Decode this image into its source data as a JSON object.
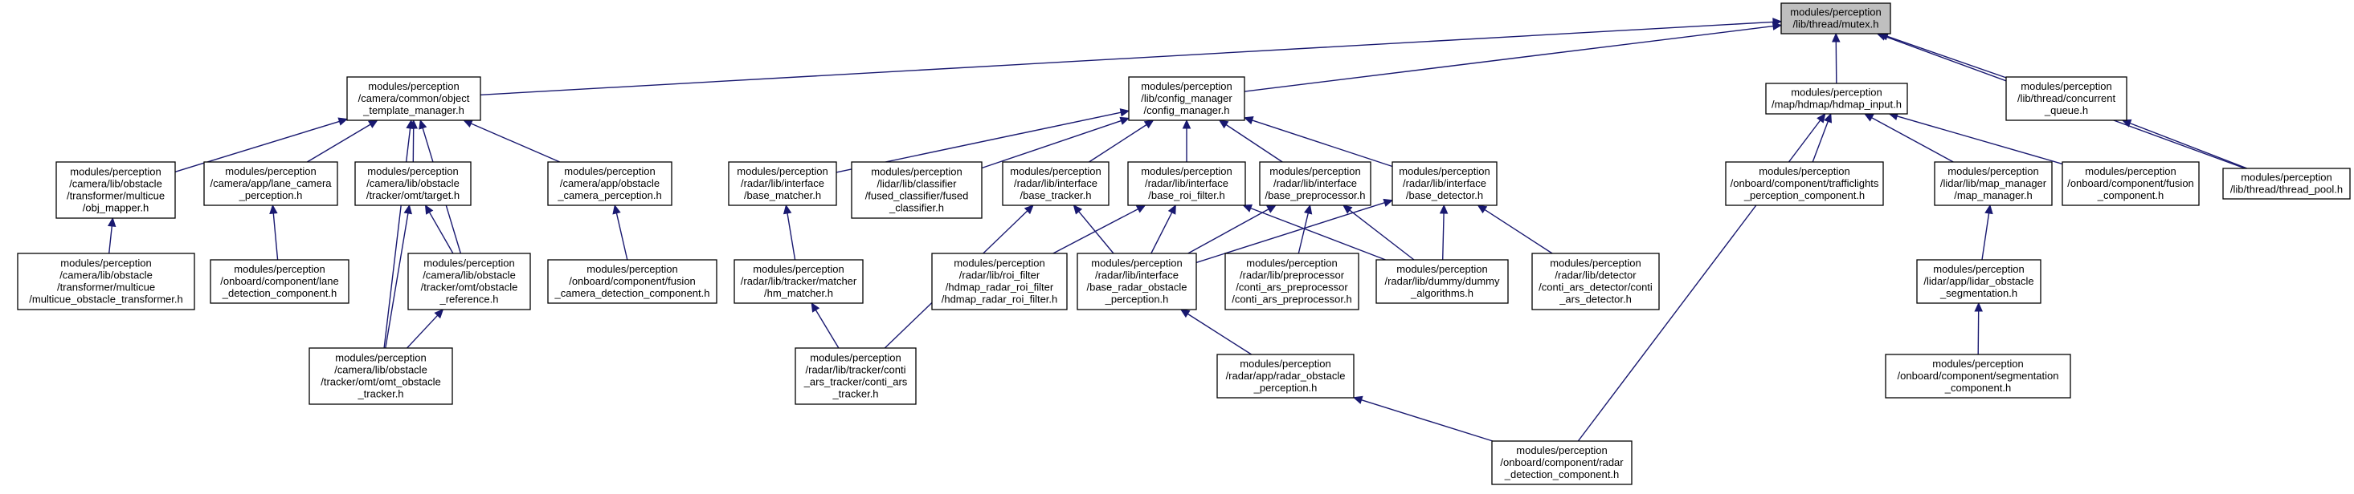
{
  "diagram": {
    "type": "include-dependency-graph",
    "colors": {
      "edge": "#191970",
      "node_fill": "#ffffff",
      "root_fill": "#bfbfbf",
      "node_border": "#000000"
    },
    "nodes": [
      {
        "id": "mutex",
        "lines": [
          "modules/perception",
          "/lib/thread/mutex.h"
        ],
        "root": true
      },
      {
        "id": "object_template_manager",
        "lines": [
          "modules/perception",
          "/camera/common/object",
          "_template_manager.h"
        ]
      },
      {
        "id": "config_manager",
        "lines": [
          "modules/perception",
          "/lib/config_manager",
          "/config_manager.h"
        ]
      },
      {
        "id": "hdmap_input",
        "lines": [
          "modules/perception",
          "/map/hdmap/hdmap_input.h"
        ]
      },
      {
        "id": "concurrent_queue",
        "lines": [
          "modules/perception",
          "/lib/thread/concurrent",
          "_queue.h"
        ]
      },
      {
        "id": "thread_pool",
        "lines": [
          "modules/perception",
          "/lib/thread/thread_pool.h"
        ]
      },
      {
        "id": "obj_mapper",
        "lines": [
          "modules/perception",
          "/camera/lib/obstacle",
          "/transformer/multicue",
          "/obj_mapper.h"
        ]
      },
      {
        "id": "lane_camera_perception",
        "lines": [
          "modules/perception",
          "/camera/app/lane_camera",
          "_perception.h"
        ]
      },
      {
        "id": "omt_target",
        "lines": [
          "modules/perception",
          "/camera/lib/obstacle",
          "/tracker/omt/target.h"
        ]
      },
      {
        "id": "obstacle_camera_perception",
        "lines": [
          "modules/perception",
          "/camera/app/obstacle",
          "_camera_perception.h"
        ]
      },
      {
        "id": "multicue_obstacle_transformer",
        "lines": [
          "modules/perception",
          "/camera/lib/obstacle",
          "/transformer/multicue",
          "/multicue_obstacle_transformer.h"
        ]
      },
      {
        "id": "lane_detection_component",
        "lines": [
          "modules/perception",
          "/onboard/component/lane",
          "_detection_component.h"
        ]
      },
      {
        "id": "omt_obstacle_reference",
        "lines": [
          "modules/perception",
          "/camera/lib/obstacle",
          "/tracker/omt/obstacle",
          "_reference.h"
        ]
      },
      {
        "id": "fusion_camera_detection_component",
        "lines": [
          "modules/perception",
          "/onboard/component/fusion",
          "_camera_detection_component.h"
        ]
      },
      {
        "id": "omt_obstacle_tracker",
        "lines": [
          "modules/perception",
          "/camera/lib/obstacle",
          "/tracker/omt/omt_obstacle",
          "_tracker.h"
        ]
      },
      {
        "id": "base_matcher",
        "lines": [
          "modules/perception",
          "/radar/lib/interface",
          "/base_matcher.h"
        ]
      },
      {
        "id": "fused_classifier",
        "lines": [
          "modules/perception",
          "/lidar/lib/classifier",
          "/fused_classifier/fused",
          "_classifier.h"
        ]
      },
      {
        "id": "base_tracker",
        "lines": [
          "modules/perception",
          "/radar/lib/interface",
          "/base_tracker.h"
        ]
      },
      {
        "id": "base_roi_filter",
        "lines": [
          "modules/perception",
          "/radar/lib/interface",
          "/base_roi_filter.h"
        ]
      },
      {
        "id": "base_preprocessor",
        "lines": [
          "modules/perception",
          "/radar/lib/interface",
          "/base_preprocessor.h"
        ]
      },
      {
        "id": "base_detector",
        "lines": [
          "modules/perception",
          "/radar/lib/interface",
          "/base_detector.h"
        ]
      },
      {
        "id": "hm_matcher",
        "lines": [
          "modules/perception",
          "/radar/lib/tracker/matcher",
          "/hm_matcher.h"
        ]
      },
      {
        "id": "hdmap_radar_roi_filter",
        "lines": [
          "modules/perception",
          "/radar/lib/roi_filter",
          "/hdmap_radar_roi_filter",
          "/hdmap_radar_roi_filter.h"
        ]
      },
      {
        "id": "base_radar_obstacle_perception",
        "lines": [
          "modules/perception",
          "/radar/lib/interface",
          "/base_radar_obstacle",
          "_perception.h"
        ]
      },
      {
        "id": "conti_ars_preprocessor",
        "lines": [
          "modules/perception",
          "/radar/lib/preprocessor",
          "/conti_ars_preprocessor",
          "/conti_ars_preprocessor.h"
        ]
      },
      {
        "id": "dummy_algorithms",
        "lines": [
          "modules/perception",
          "/radar/lib/dummy/dummy",
          "_algorithms.h"
        ]
      },
      {
        "id": "conti_ars_detector",
        "lines": [
          "modules/perception",
          "/radar/lib/detector",
          "/conti_ars_detector/conti",
          "_ars_detector.h"
        ]
      },
      {
        "id": "conti_ars_tracker",
        "lines": [
          "modules/perception",
          "/radar/lib/tracker/conti",
          "_ars_tracker/conti_ars",
          "_tracker.h"
        ]
      },
      {
        "id": "radar_obstacle_perception",
        "lines": [
          "modules/perception",
          "/radar/app/radar_obstacle",
          "_perception.h"
        ]
      },
      {
        "id": "radar_detection_component",
        "lines": [
          "modules/perception",
          "/onboard/component/radar",
          "_detection_component.h"
        ]
      },
      {
        "id": "trafficlights_perception_component",
        "lines": [
          "modules/perception",
          "/onboard/component/trafficlights",
          "_perception_component.h"
        ]
      },
      {
        "id": "map_manager",
        "lines": [
          "modules/perception",
          "/lidar/lib/map_manager",
          "/map_manager.h"
        ]
      },
      {
        "id": "fusion_component",
        "lines": [
          "modules/perception",
          "/onboard/component/fusion",
          "_component.h"
        ]
      },
      {
        "id": "lidar_obstacle_segmentation",
        "lines": [
          "modules/perception",
          "/lidar/app/lidar_obstacle",
          "_segmentation.h"
        ]
      },
      {
        "id": "segmentation_component",
        "lines": [
          "modules/perception",
          "/onboard/component/segmentation",
          "_component.h"
        ]
      }
    ],
    "edges": [
      [
        "object_template_manager",
        "mutex"
      ],
      [
        "config_manager",
        "mutex"
      ],
      [
        "hdmap_input",
        "mutex"
      ],
      [
        "concurrent_queue",
        "mutex"
      ],
      [
        "thread_pool",
        "mutex"
      ],
      [
        "obj_mapper",
        "object_template_manager"
      ],
      [
        "lane_camera_perception",
        "object_template_manager"
      ],
      [
        "omt_target",
        "object_template_manager"
      ],
      [
        "omt_obstacle_reference",
        "object_template_manager"
      ],
      [
        "obstacle_camera_perception",
        "object_template_manager"
      ],
      [
        "omt_obstacle_tracker",
        "object_template_manager"
      ],
      [
        "multicue_obstacle_transformer",
        "obj_mapper"
      ],
      [
        "lane_detection_component",
        "lane_camera_perception"
      ],
      [
        "omt_obstacle_reference",
        "omt_target"
      ],
      [
        "omt_obstacle_tracker",
        "omt_target"
      ],
      [
        "omt_obstacle_tracker",
        "omt_obstacle_reference"
      ],
      [
        "fusion_camera_detection_component",
        "obstacle_camera_perception"
      ],
      [
        "base_matcher",
        "config_manager"
      ],
      [
        "fused_classifier",
        "config_manager"
      ],
      [
        "base_tracker",
        "config_manager"
      ],
      [
        "base_roi_filter",
        "config_manager"
      ],
      [
        "base_preprocessor",
        "config_manager"
      ],
      [
        "base_detector",
        "config_manager"
      ],
      [
        "hm_matcher",
        "base_matcher"
      ],
      [
        "conti_ars_tracker",
        "hm_matcher"
      ],
      [
        "conti_ars_tracker",
        "base_tracker"
      ],
      [
        "base_radar_obstacle_perception",
        "base_tracker"
      ],
      [
        "hdmap_radar_roi_filter",
        "base_roi_filter"
      ],
      [
        "base_radar_obstacle_perception",
        "base_roi_filter"
      ],
      [
        "dummy_algorithms",
        "base_roi_filter"
      ],
      [
        "base_radar_obstacle_perception",
        "base_preprocessor"
      ],
      [
        "conti_ars_preprocessor",
        "base_preprocessor"
      ],
      [
        "dummy_algorithms",
        "base_preprocessor"
      ],
      [
        "base_radar_obstacle_perception",
        "base_detector"
      ],
      [
        "dummy_algorithms",
        "base_detector"
      ],
      [
        "conti_ars_detector",
        "base_detector"
      ],
      [
        "radar_obstacle_perception",
        "base_radar_obstacle_perception"
      ],
      [
        "radar_detection_component",
        "radar_obstacle_perception"
      ],
      [
        "radar_detection_component",
        "hdmap_input"
      ],
      [
        "trafficlights_perception_component",
        "hdmap_input"
      ],
      [
        "map_manager",
        "hdmap_input"
      ],
      [
        "fusion_component",
        "hdmap_input"
      ],
      [
        "lidar_obstacle_segmentation",
        "map_manager"
      ],
      [
        "segmentation_component",
        "lidar_obstacle_segmentation"
      ],
      [
        "thread_pool",
        "concurrent_queue"
      ]
    ]
  }
}
